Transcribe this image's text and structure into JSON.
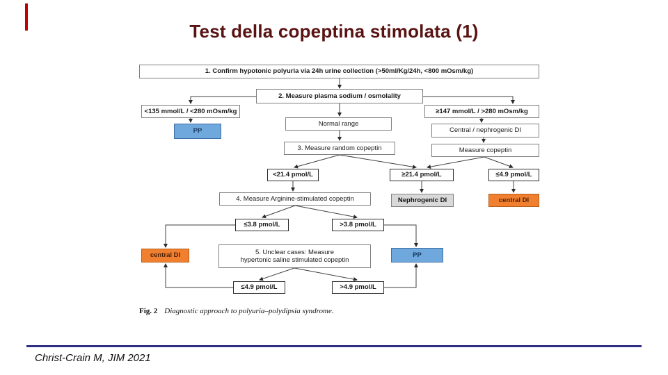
{
  "slide": {
    "title": "Test della copeptina stimolata (1)",
    "citation": "Christ-Crain M, JIM 2021",
    "accent_color": "#c00000",
    "footer_line_color": "#2e2e86"
  },
  "figure": {
    "caption_label": "Fig. 2",
    "caption_text": "Diagnostic approach to polyuria–polydipsia syndrome.",
    "colors": {
      "pp_fill": "#6fa8dc",
      "central_di_fill": "#f0802f",
      "nephrogenic_fill": "#d9d9d9"
    },
    "nodes": {
      "step1": "1.  Confirm hypotonic polyuria via 24h urine collection (>50ml/Kg/24h, <800 mOsm/kg)",
      "step2": "2. Measure plasma sodium / osmolality",
      "low_sodium": "<135 mmol/L / <280 mOsm/kg",
      "high_sodium": "≥147 mmol/L / >280 mOsm/kg",
      "normal_range": "Normal range",
      "pp_top": "PP",
      "central_nephrogenic": "Central / nephrogenic DI",
      "step3": "3. Measure random copeptin",
      "measure_copeptin": "Measure copeptin",
      "lt_21_4": "<21.4 pmol/L",
      "ge_21_4": "≥21.4 pmol/L",
      "le_4_9": "≤4.9 pmol/L",
      "step4": "4. Measure Arginine-stimulated copeptin",
      "nephrogenic_di": "Nephrogenic DI",
      "central_di_right": "central DI",
      "le_3_8": "≤3.8 pmol/L",
      "gt_3_8": ">3.8 pmol/L",
      "central_di_left": "central DI",
      "step5_line1": "5. Unclear cases: Measure",
      "step5_line2": "hypertonic saline stimulated copeptin",
      "pp_right": "PP",
      "le_4_9_bottom": "≤4.9 pmol/L",
      "gt_4_9_bottom": ">4.9 pmol/L"
    }
  }
}
